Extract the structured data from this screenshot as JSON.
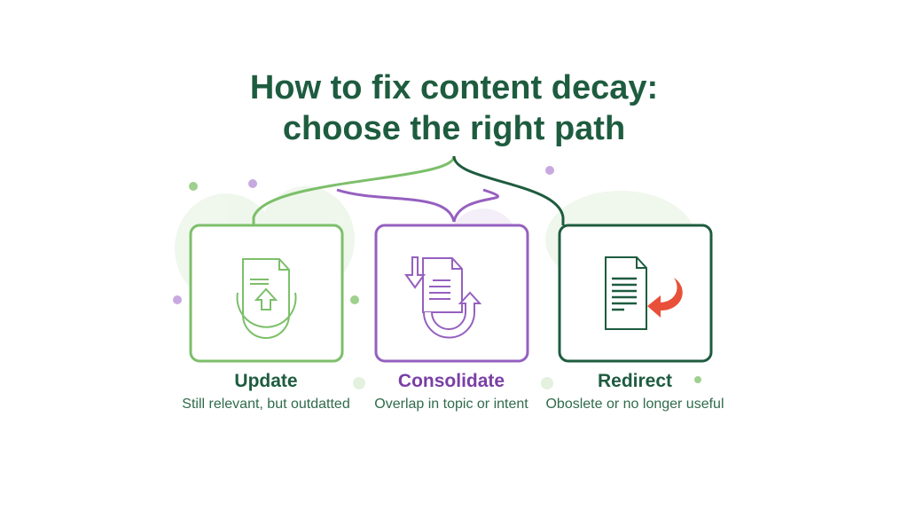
{
  "title": {
    "line1": "How to fix content decay:",
    "line2": "choose the right path"
  },
  "colors": {
    "update": "#7cbf6a",
    "consolidate": "#9560bf",
    "redirect": "#1e5c3f",
    "arrow": "#e8503a"
  },
  "options": [
    {
      "label": "Update",
      "description": "Still relevant, but outdatted",
      "icon": "document-upload-icon"
    },
    {
      "label": "Consolidate",
      "description": "Overlap in topic or intent",
      "icon": "document-merge-icon"
    },
    {
      "label": "Redirect",
      "description": "Oboslete or no longer useful",
      "icon": "document-redirect-icon"
    }
  ]
}
